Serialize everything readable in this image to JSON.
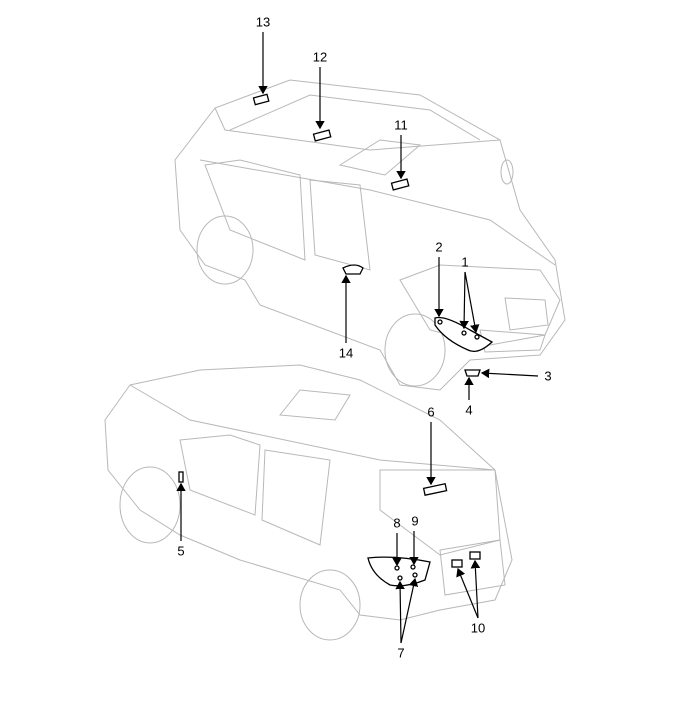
{
  "callouts": [
    {
      "id": "13",
      "label": "13"
    },
    {
      "id": "12",
      "label": "12"
    },
    {
      "id": "11",
      "label": "11"
    },
    {
      "id": "2",
      "label": "2"
    },
    {
      "id": "1",
      "label": "1"
    },
    {
      "id": "14",
      "label": "14"
    },
    {
      "id": "3",
      "label": "3"
    },
    {
      "id": "4",
      "label": "4"
    },
    {
      "id": "6",
      "label": "6"
    },
    {
      "id": "5",
      "label": "5"
    },
    {
      "id": "8",
      "label": "8"
    },
    {
      "id": "9",
      "label": "9"
    },
    {
      "id": "7",
      "label": "7"
    },
    {
      "id": "10",
      "label": "10"
    }
  ]
}
